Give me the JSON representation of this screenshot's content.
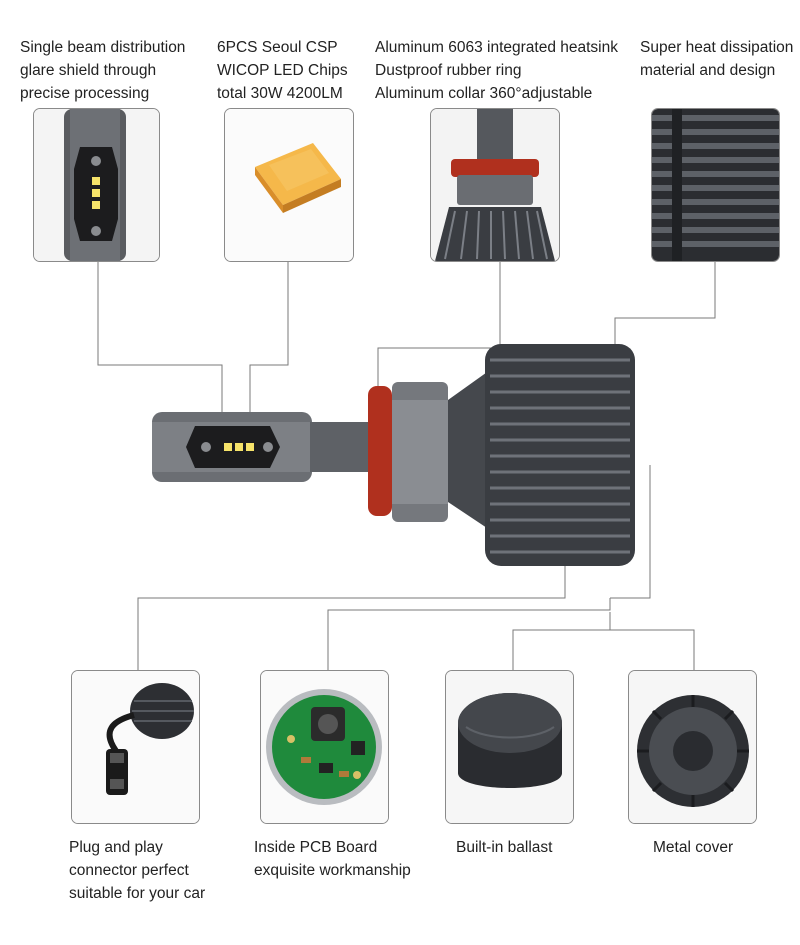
{
  "top_features": [
    {
      "text": "Single beam distribution\nglare shield through\nprecise processing"
    },
    {
      "text": "6PCS Seoul CSP\nWICOP LED Chips\ntotal 30W 4200LM"
    },
    {
      "text": "Aluminum 6063 integrated heatsink\nDustproof rubber ring\nAluminum collar 360°adjustable"
    },
    {
      "text": "Super heat dissipation\nmaterial and design"
    }
  ],
  "bottom_features": [
    {
      "text": "Plug and play\nconnector perfect\nsuitable for your car"
    },
    {
      "text": "Inside PCB Board\nexquisite workmanship"
    },
    {
      "text": "Built-in ballast"
    },
    {
      "text": "Metal cover"
    }
  ],
  "colors": {
    "line": "#7a7a7a",
    "box_border": "#8a8a8a",
    "chip_yellow": "#f5b84a",
    "rubber_ring": "#b0301e",
    "heatsink": "#3a3d42",
    "pcb_green": "#1f8a3c"
  }
}
